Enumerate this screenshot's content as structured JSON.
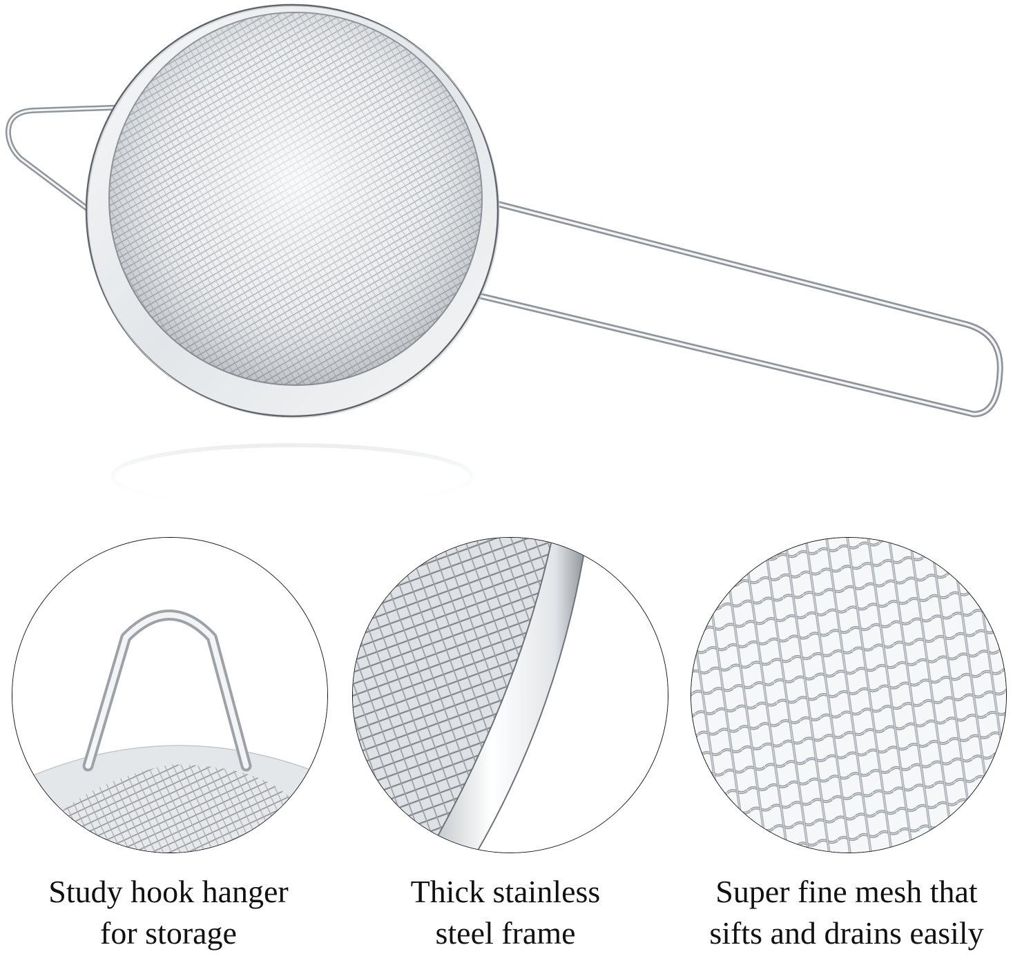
{
  "product": {
    "hero_alt": "Stainless steel fine mesh strainer with hook hanger and long wire handle",
    "colors": {
      "background": "#ffffff",
      "steel_light": "#eef0f2",
      "steel_mid": "#c4c8cc",
      "steel_dark": "#7d8288",
      "outline": "#111111",
      "text": "#111111"
    }
  },
  "features": [
    {
      "id": "hook",
      "icon": "hook-hanger-closeup",
      "line1": "Study hook hanger",
      "line2": "for storage"
    },
    {
      "id": "frame",
      "icon": "steel-frame-closeup",
      "line1": "Thick stainless",
      "line2": "steel frame"
    },
    {
      "id": "mesh",
      "icon": "fine-mesh-closeup",
      "line1": "Super fine mesh that",
      "line2": "sifts and drains easily"
    }
  ]
}
